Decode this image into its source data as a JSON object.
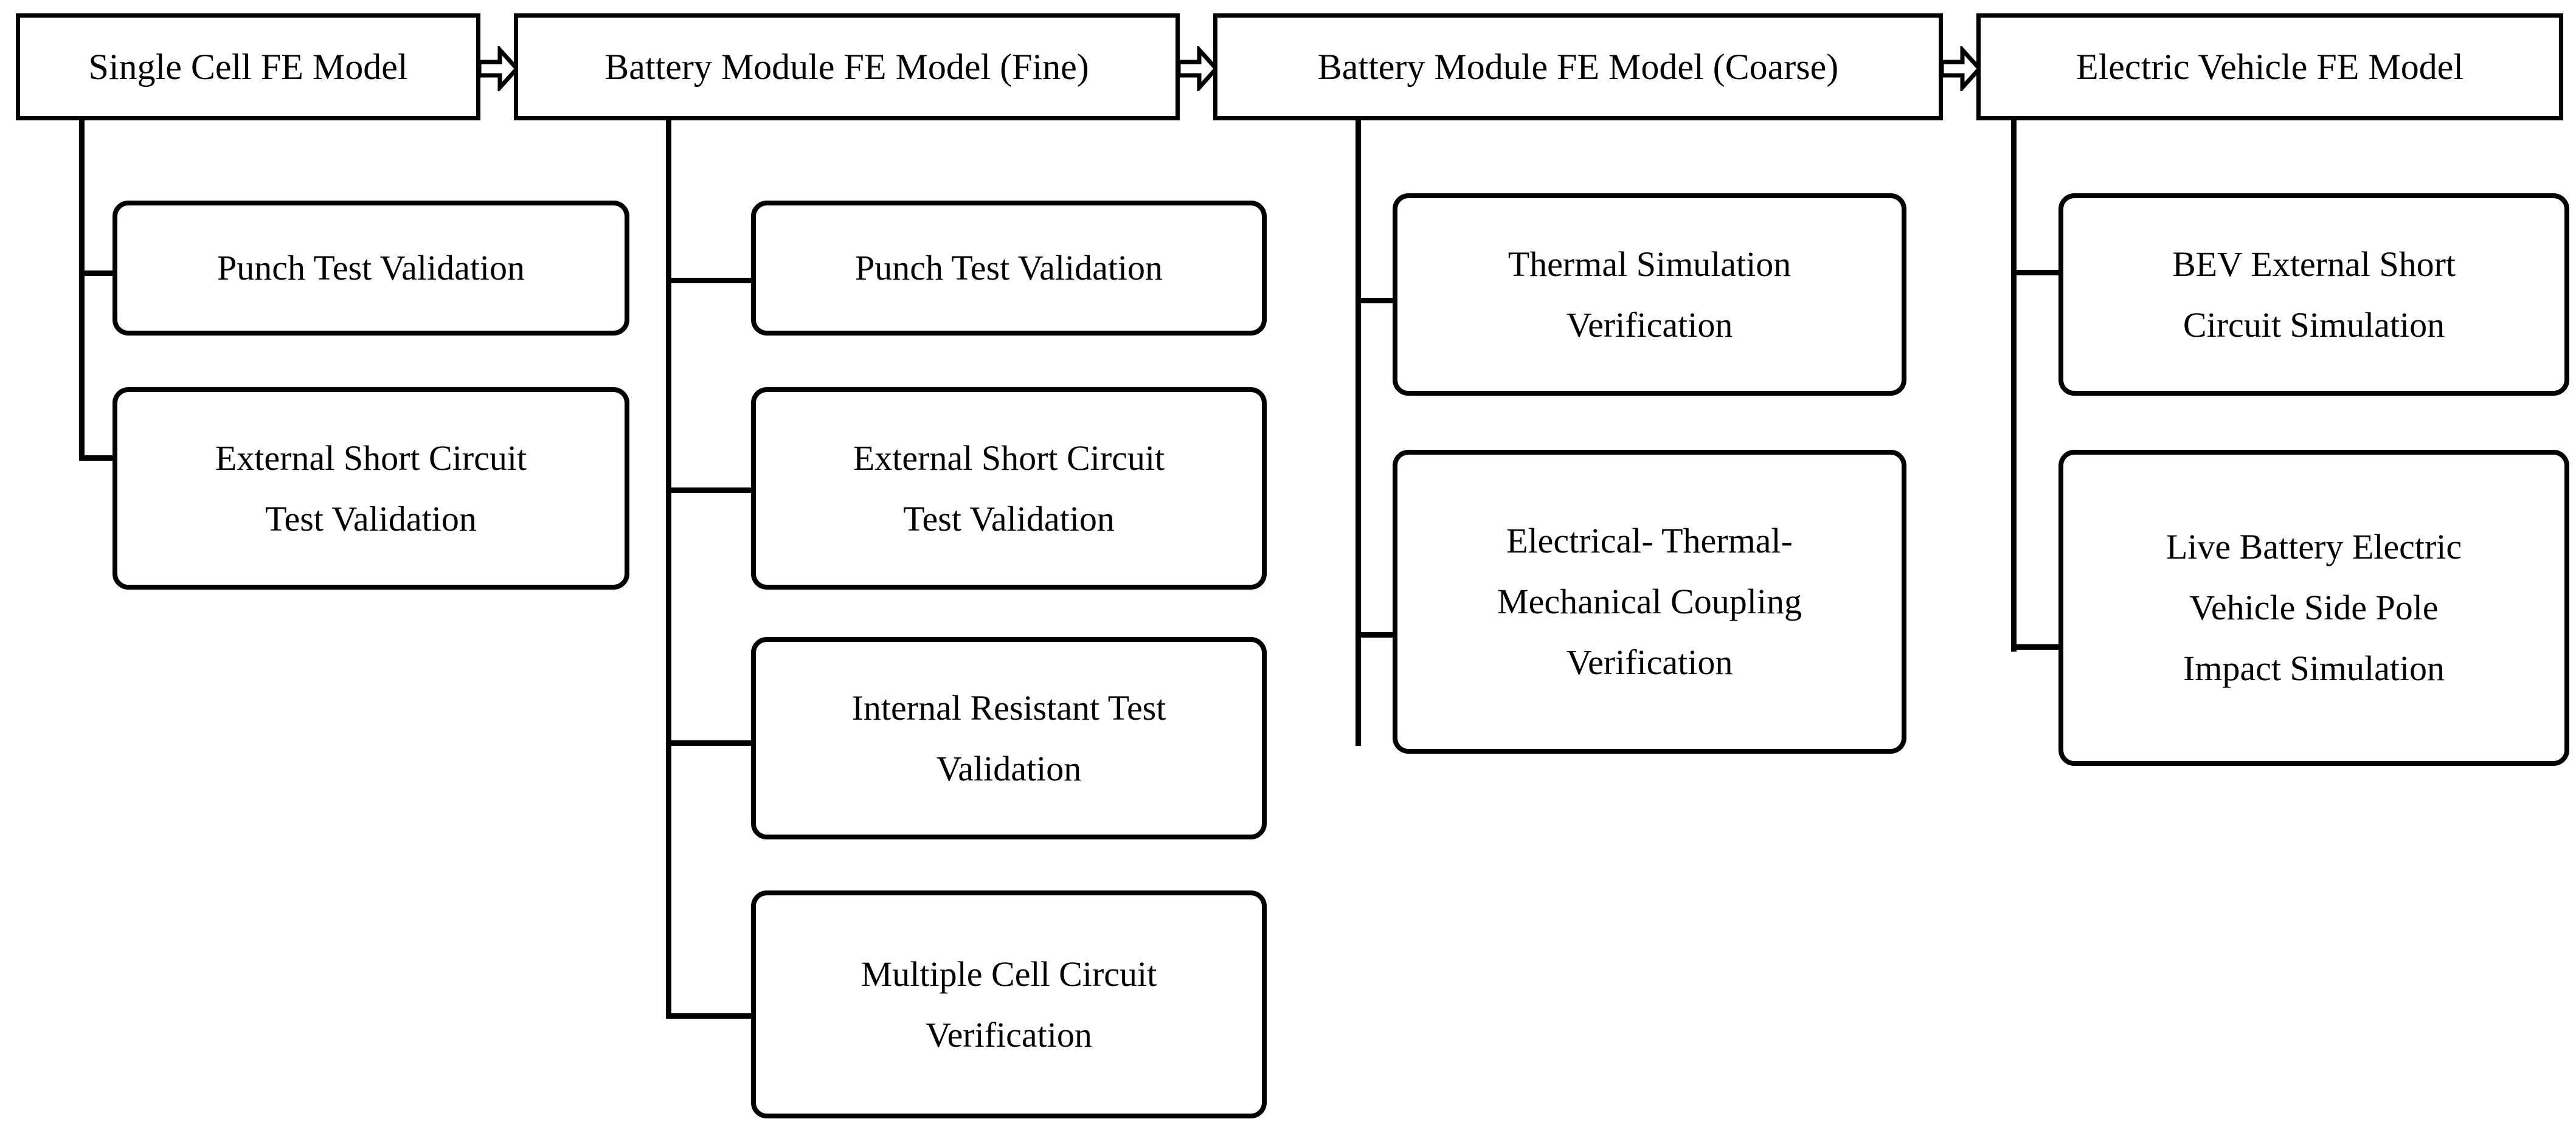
{
  "diagram": {
    "title_text": "",
    "colors": {
      "line": "#000000",
      "fill": "#ffffff",
      "text": "#000000"
    },
    "columns": [
      {
        "id": "single-cell",
        "header": "Single Cell FE Model",
        "children": [
          {
            "id": "c1-punch",
            "lines": [
              "Punch Test Validation"
            ]
          },
          {
            "id": "c1-esc",
            "lines": [
              "External Short Circuit",
              "Test Validation"
            ]
          }
        ]
      },
      {
        "id": "module-fine",
        "header": "Battery Module FE Model (Fine)",
        "children": [
          {
            "id": "c2-punch",
            "lines": [
              "Punch Test Validation"
            ]
          },
          {
            "id": "c2-esc",
            "lines": [
              "External Short Circuit",
              "Test Validation"
            ]
          },
          {
            "id": "c2-irt",
            "lines": [
              "Internal Resistant Test",
              "Validation"
            ]
          },
          {
            "id": "c2-mcc",
            "lines": [
              "Multiple Cell Circuit",
              "Verification"
            ]
          }
        ]
      },
      {
        "id": "module-coarse",
        "header": "Battery Module FE Model (Coarse)",
        "children": [
          {
            "id": "c3-thermal",
            "lines": [
              "Thermal Simulation",
              "Verification"
            ]
          },
          {
            "id": "c3-etm",
            "lines": [
              "Electrical- Thermal-",
              "Mechanical Coupling",
              "Verification"
            ]
          }
        ]
      },
      {
        "id": "electric-vehicle",
        "header": "Electric Vehicle FE Model",
        "children": [
          {
            "id": "c4-bev",
            "lines": [
              "BEV External Short",
              "Circuit Simulation"
            ]
          },
          {
            "id": "c4-pole",
            "lines": [
              "Live Battery Electric",
              "Vehicle Side Pole",
              "Impact Simulation"
            ]
          }
        ]
      }
    ],
    "arrows": [
      {
        "id": "arrow-1-2",
        "from": "single-cell",
        "to": "module-fine",
        "glyph": "right-block-arrow"
      },
      {
        "id": "arrow-2-3",
        "from": "module-fine",
        "to": "module-coarse",
        "glyph": "right-block-arrow"
      },
      {
        "id": "arrow-3-4",
        "from": "module-coarse",
        "to": "electric-vehicle",
        "glyph": "right-block-arrow"
      }
    ]
  }
}
